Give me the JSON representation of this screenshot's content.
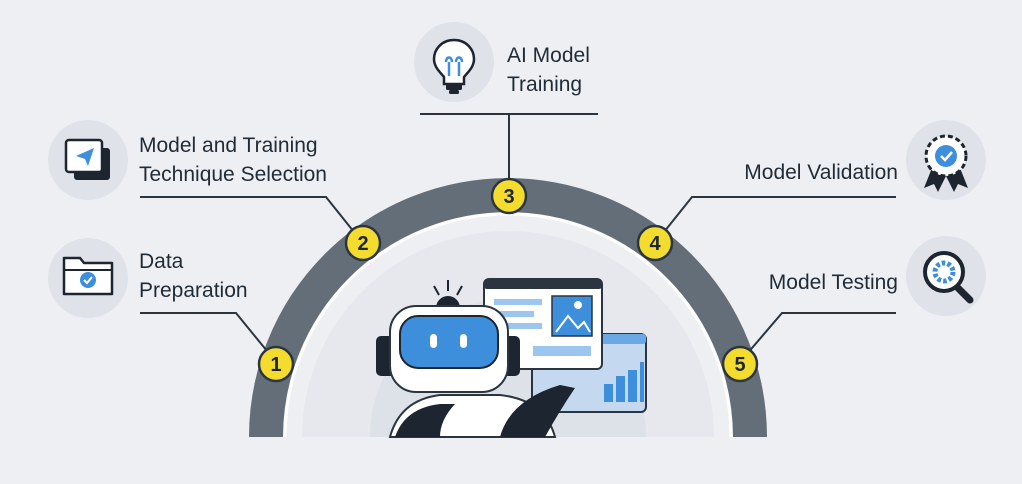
{
  "steps": [
    {
      "number": "1",
      "lines": [
        "Data",
        "Preparation"
      ],
      "icon": "folder-check-icon"
    },
    {
      "number": "2",
      "lines": [
        "Model and Training",
        "Technique Selection"
      ],
      "icon": "send-window-icon"
    },
    {
      "number": "3",
      "lines": [
        "AI Model",
        "Training"
      ],
      "icon": "lightbulb-icon"
    },
    {
      "number": "4",
      "lines": [
        "Model Validation"
      ],
      "icon": "award-badge-icon"
    },
    {
      "number": "5",
      "lines": [
        "Model Testing"
      ],
      "icon": "magnifier-gear-icon"
    }
  ],
  "colors": {
    "background": "#eeeff2",
    "arc": "#646e78",
    "badge": "#f4dc2e",
    "accent_blue": "#3d8fdc",
    "dark": "#1c2530"
  }
}
